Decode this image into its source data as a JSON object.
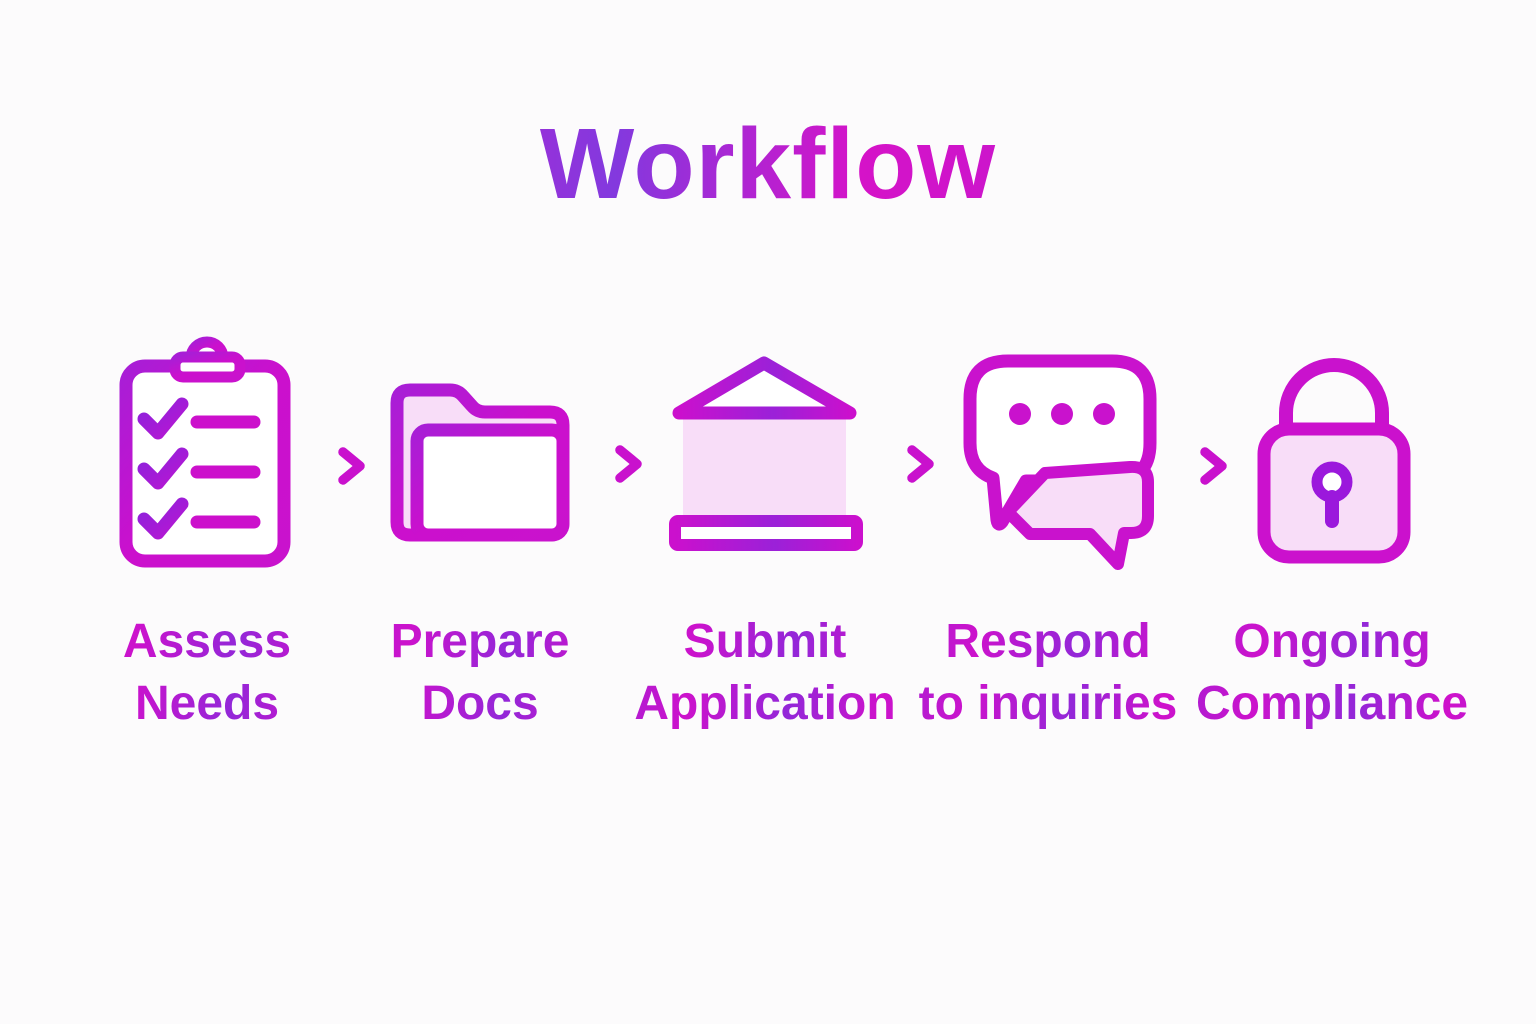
{
  "title": "Workflow",
  "steps": [
    {
      "icon": "clipboard-checklist-icon",
      "label_line1": "Assess",
      "label_line2": "Needs"
    },
    {
      "icon": "folder-icon",
      "label_line1": "Prepare",
      "label_line2": "Docs"
    },
    {
      "icon": "bank-building-icon",
      "label_line1": "Submit",
      "label_line2": "Application"
    },
    {
      "icon": "chat-bubbles-icon",
      "label_line1": "Respond",
      "label_line2": "to inquiries"
    },
    {
      "icon": "lock-icon",
      "label_line1": "Ongoing",
      "label_line2": "Compliance"
    }
  ],
  "connector": {
    "icon": "arrow-right-icon",
    "count": 4
  },
  "colors": {
    "magenta": "#c912cd",
    "purple": "#9b21d8",
    "light_pink_fill": "#f8ddf8",
    "keyhole_purple": "#9b18dc",
    "background": "#fcfbfc",
    "title_gradient": [
      "#8b2fd9",
      "#c91bce",
      "#8339de",
      "#d513c8",
      "#9a24d4"
    ]
  }
}
